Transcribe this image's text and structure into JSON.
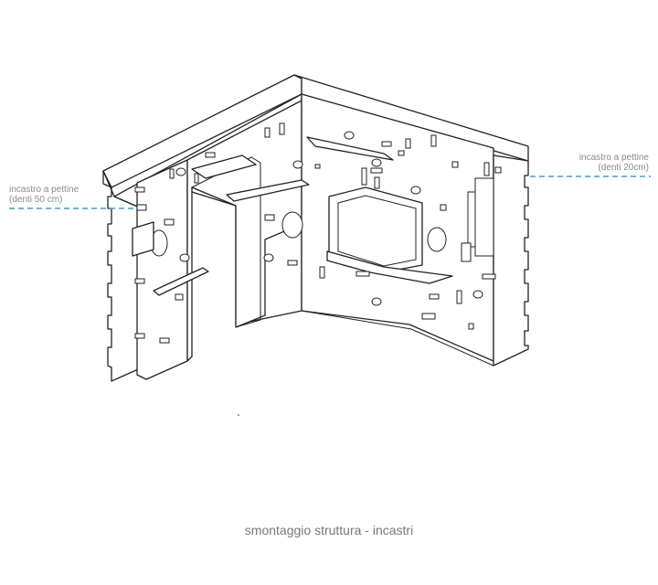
{
  "labels": {
    "left": {
      "line1": "incastro a pettine",
      "line2": "(denti 50 cm)"
    },
    "right": {
      "line1": "incastro a pettine",
      "line2": "(denti 20cm)"
    }
  },
  "caption": "smontaggio struttura - incastri",
  "colors": {
    "leader": "#3aa0d8",
    "line": "#222222",
    "label": "#8a8a8a"
  }
}
